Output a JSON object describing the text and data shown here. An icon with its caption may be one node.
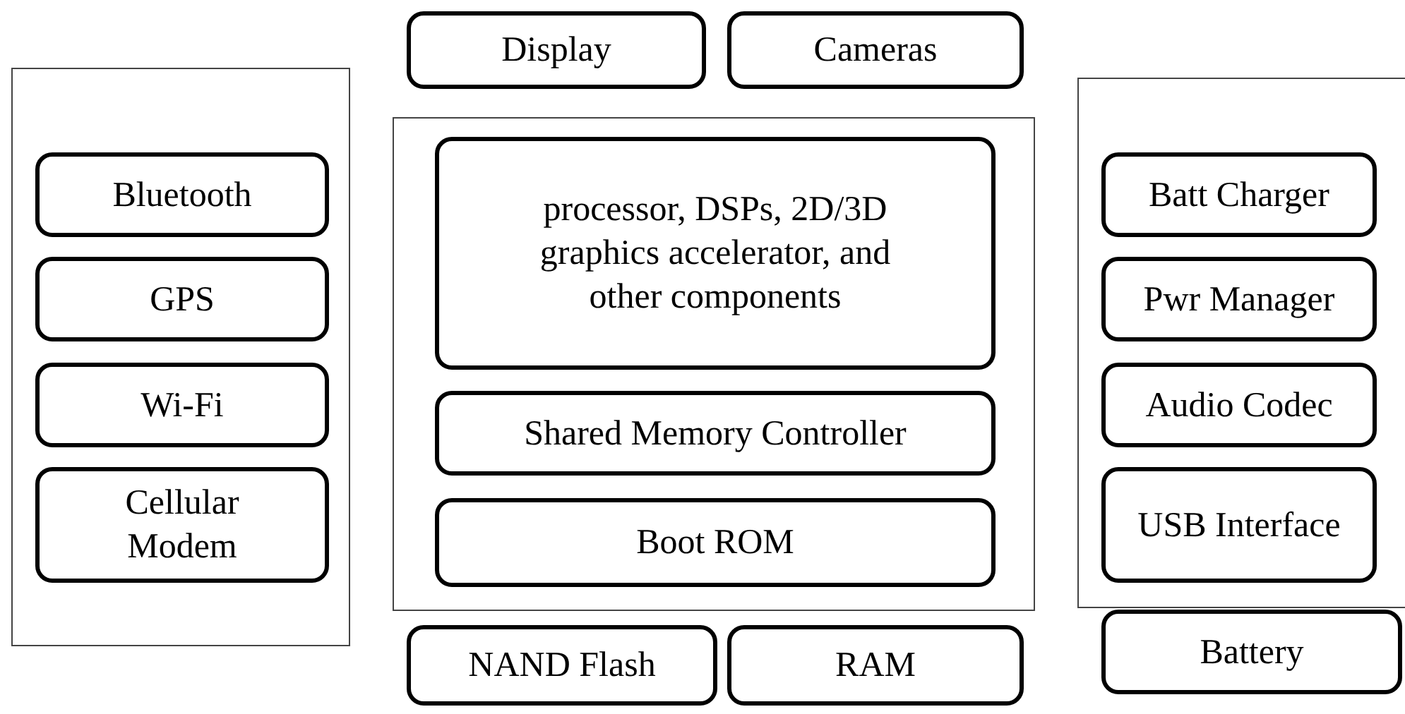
{
  "diagram": {
    "nodes": [
      {
        "text": [
          "Display"
        ]
      },
      {
        "text": [
          "Cameras"
        ]
      },
      {
        "text": [],
        "shape": "box"
      },
      {
        "text": [
          "Bluetooth"
        ],
        "in": 2
      },
      {
        "text": [
          "GPS"
        ],
        "in": 2
      },
      {
        "text": [
          "Wi-Fi"
        ],
        "in": 2
      },
      {
        "text": [
          "Cellular Modem"
        ],
        "in": 2
      },
      {
        "text": [],
        "shape": "box"
      },
      {
        "text": [
          "processor, DSPs, 2D/3D graphics accelerator, and other components"
        ],
        "in": 7
      },
      {
        "text": [
          "Shared Memory Controller"
        ],
        "in": 7
      },
      {
        "text": [
          "Boot ROM"
        ],
        "in": 7
      },
      {
        "text": [],
        "shape": "box"
      },
      {
        "text": [
          "Batt Charger"
        ],
        "in": 11
      },
      {
        "text": [
          "Pwr Manager"
        ],
        "in": 11
      },
      {
        "text": [
          "Audio Codec"
        ],
        "in": 11
      },
      {
        "text": [
          "USB Interface"
        ],
        "in": 11
      },
      {
        "text": [
          "Battery"
        ]
      },
      {
        "text": [
          "NAND Flash"
        ]
      },
      {
        "text": [
          "RAM"
        ]
      }
    ]
  }
}
